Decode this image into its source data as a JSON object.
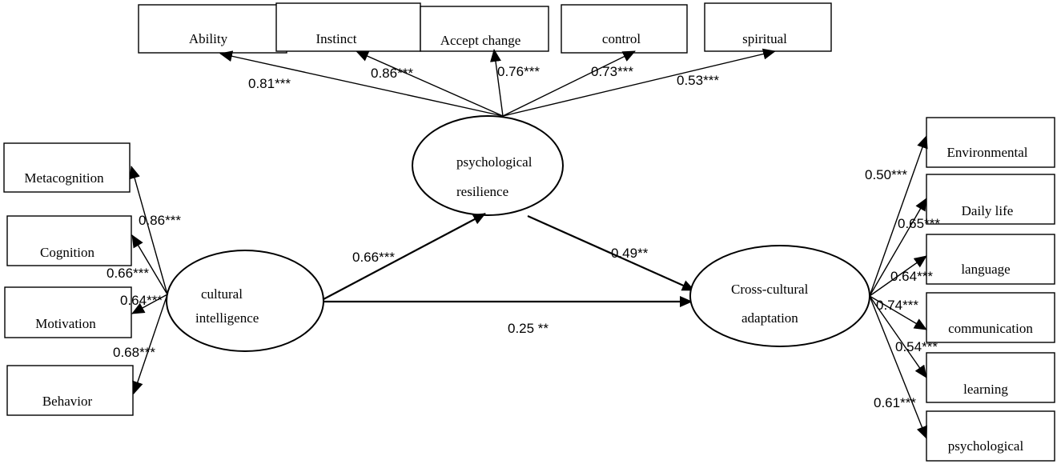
{
  "latent": {
    "resilience": {
      "line1": "psychological",
      "line2": "resilience"
    },
    "ci": {
      "line1": "cultural",
      "line2": "intelligence"
    },
    "cca": {
      "line1": "Cross-cultural",
      "line2": "adaptation"
    }
  },
  "resilience_indicators": [
    {
      "label": "Ability",
      "coef": "0.81***"
    },
    {
      "label": "Instinct",
      "coef": "0.86***"
    },
    {
      "label": "Accept change",
      "coef": "0.76***"
    },
    {
      "label": "control",
      "coef": "0.73***"
    },
    {
      "label": "spiritual",
      "coef": "0.53***"
    }
  ],
  "ci_indicators": [
    {
      "label": "Metacognition",
      "coef": "0.86***"
    },
    {
      "label": "Cognition",
      "coef": "0.66***"
    },
    {
      "label": "Motivation",
      "coef": "0.64***"
    },
    {
      "label": "Behavior",
      "coef": "0.68***"
    }
  ],
  "cca_indicators": [
    {
      "label": "Environmental",
      "coef": "0.50***"
    },
    {
      "label": "Daily life",
      "coef": "0.65***"
    },
    {
      "label": "language",
      "coef": "0.64***"
    },
    {
      "label": "communication",
      "coef": "0.74***"
    },
    {
      "label": "learning",
      "coef": "0.54***"
    },
    {
      "label": "psychological",
      "coef": "0.61***"
    }
  ],
  "paths": {
    "ci_to_resilience": "0.66***",
    "resilience_to_cca": "0.49**",
    "ci_to_cca": "0.25 **"
  }
}
